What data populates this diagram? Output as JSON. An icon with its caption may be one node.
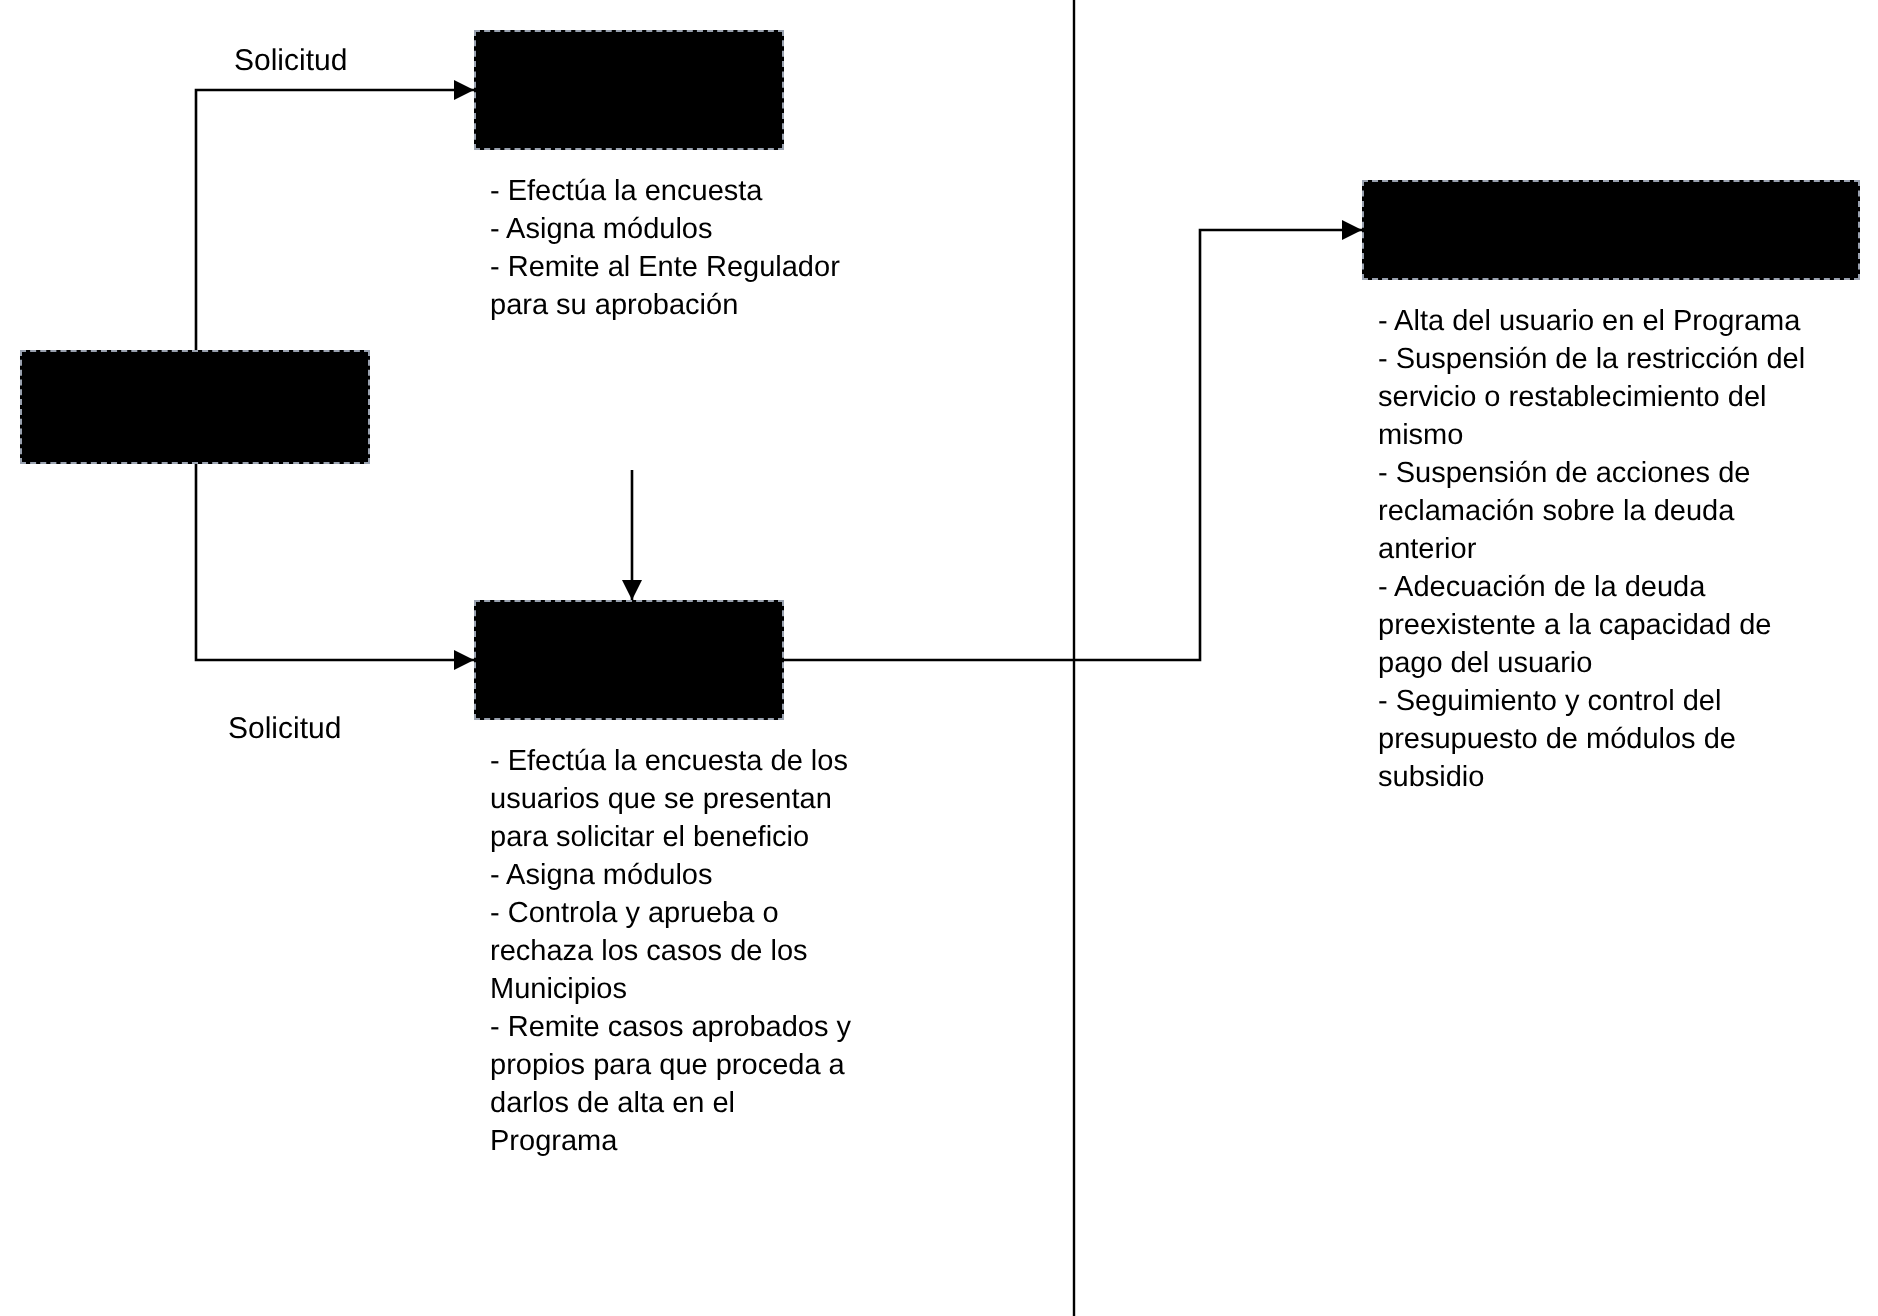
{
  "diagram": {
    "nodes": [
      {
        "text": [],
        "shape": "box"
      },
      {
        "text": [],
        "shape": "box",
        "beside": [
          "- Efectúa la encuesta",
          "- Asigna módulos",
          "- Remite al Ente Regulador para su aprobación"
        ]
      },
      {
        "text": [],
        "shape": "box",
        "beside": [
          "- Efectúa la encuesta de los usuarios que se presentan para solicitar el beneficio",
          "- Asigna módulos",
          "- Controla y aprueba o rechaza los casos de los Municipios",
          "- Remite casos aprobados y propios para que proceda a darlos de alta en el Programa"
        ]
      },
      {
        "text": [],
        "shape": "box",
        "beside": [
          "- Alta del usuario en el Programa",
          "- Suspensión de la restricción del servicio o restablecimiento del mismo",
          "- Suspensión de acciones de reclamación sobre la deuda anterior",
          "- Adecuación de la deuda preexistente a la capacidad de pago del usuario",
          "- Seguimiento y control del presupuesto de módulos de subsidio"
        ]
      }
    ],
    "edges": [
      {
        "from": 0,
        "to": 1,
        "arrow": "to",
        "label": "Solicitud"
      },
      {
        "from": 0,
        "to": 2,
        "arrow": "to",
        "label": "Solicitud"
      },
      {
        "from": null,
        "to": 2,
        "arrow": "to"
      },
      {
        "from": 2,
        "to": 3,
        "arrow": "to"
      }
    ]
  }
}
